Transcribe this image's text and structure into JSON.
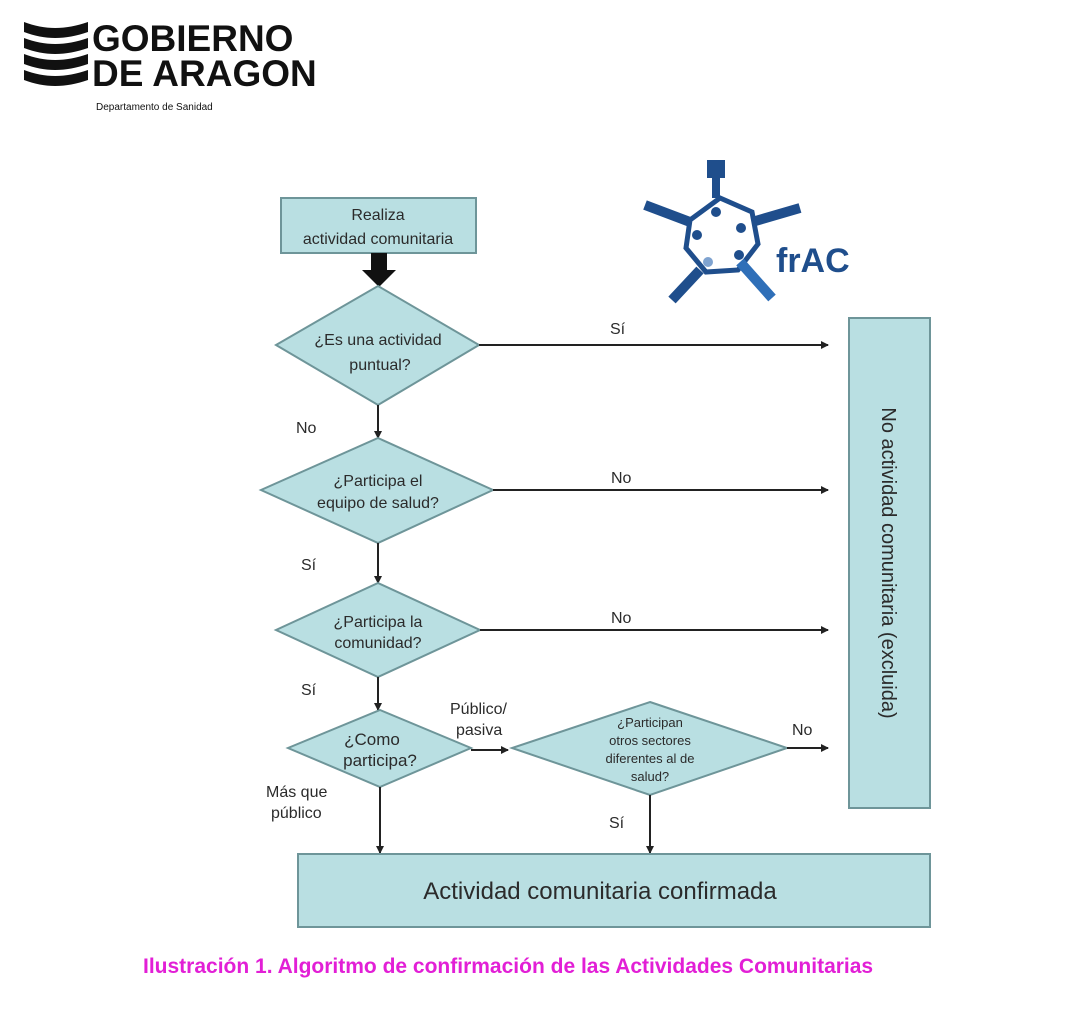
{
  "logo_gobierno": {
    "line1": "GOBIERNO",
    "line2": "DE ARAGON",
    "department": "Departamento de Sanidad"
  },
  "logo_frac": {
    "text": "frAC",
    "color": "#1f4e8c"
  },
  "flowchart": {
    "start": {
      "line1": "Realiza",
      "line2": "actividad comunitaria"
    },
    "decisions": [
      {
        "line1": "¿Es una actividad",
        "line2": "puntual?"
      },
      {
        "line1": "¿Participa el",
        "line2": "equipo de salud?"
      },
      {
        "line1": "¿Participa la",
        "line2": "comunidad?"
      },
      {
        "line1": "¿Como",
        "line2": "participa?"
      },
      {
        "line1": "¿Participan",
        "line2": "otros sectores",
        "line3": "diferentes al de",
        "line4": "salud?"
      }
    ],
    "labels": {
      "d1_right": "Sí",
      "d1_down": "No",
      "d2_right": "No",
      "d2_down": "Sí",
      "d3_right": "No",
      "d3_down": "Sí",
      "d4_right_1": "Público/",
      "d4_right_2": "pasiva",
      "d4_down_1": "Más que",
      "d4_down_2": "público",
      "d5_right": "No",
      "d5_down": "Sí"
    },
    "excluded": "No actividad comunitaria (excluida)",
    "confirmed": "Actividad comunitaria confirmada",
    "fill_color": "#b9dfe2",
    "stroke_color": "#6e9599"
  },
  "caption": "Ilustración 1. Algoritmo de confirmación de las Actividades Comunitarias",
  "caption_color": "#e21fd6"
}
